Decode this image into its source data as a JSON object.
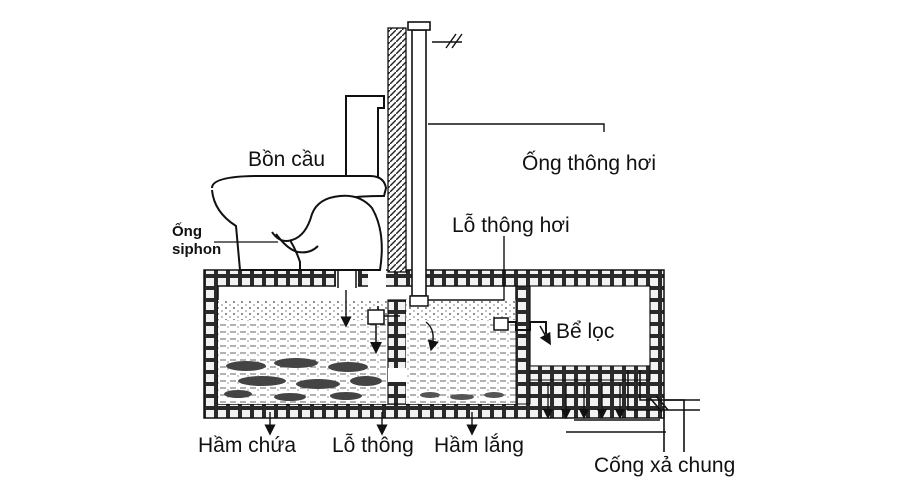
{
  "diagram": {
    "labels": {
      "toilet": "Bồn cầu",
      "vent_pipe": "Ống thông hơi",
      "siphon_line1": "Ống",
      "siphon_line2": "siphon",
      "vent_hole": "Lỗ thông hơi",
      "filter_tank": "Bể lọc",
      "holding_chamber": "Hầm chứa",
      "pass_hole": "Lỗ thông",
      "settling_chamber": "Hầm lắng",
      "sewer": "Cống xả chung"
    },
    "colors": {
      "ink": "#111111",
      "background": "#ffffff",
      "wall_fill": "#2a2a2a",
      "wall_block": "#f2f2f2"
    }
  }
}
